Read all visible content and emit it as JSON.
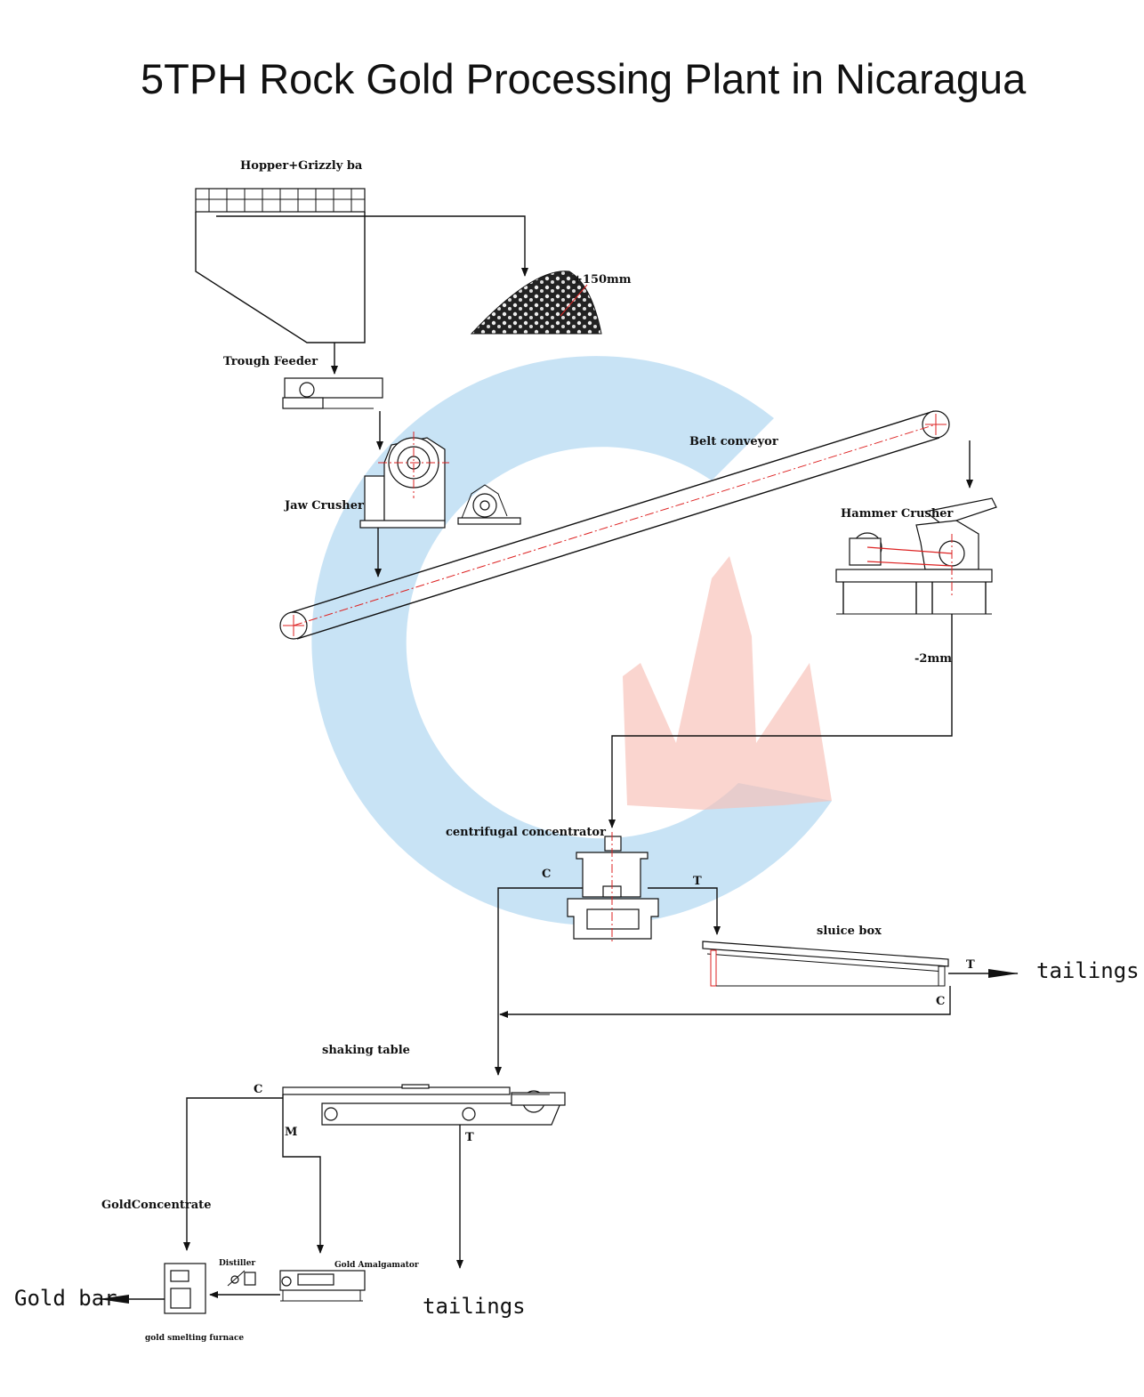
{
  "title": "5TPH Rock Gold Processing Plant in Nicaragua",
  "equipment": {
    "hopper": "Hopper+Grizzly ba",
    "oversize": "+150mm",
    "trough_feeder": "Trough Feeder",
    "jaw_crusher": "Jaw Crusher",
    "belt_conveyor": "Belt conveyor",
    "hammer_crusher": "Hammer Crusher",
    "product_size": "-2mm",
    "centrifugal": "centrifugal concentrator",
    "sluice_box": "sluice box",
    "shaking_table": "shaking table",
    "gold_concentrate": "GoldConcentrate",
    "distiller": "Distiller",
    "amalgamator": "Gold Amalgamator",
    "furnace": "gold smelting furnace"
  },
  "outputs": {
    "tailings_1": "tailings",
    "tailings_2": "tailings",
    "gold_bar": "Gold bar"
  },
  "stream_marks": {
    "centrifugal_c": "C",
    "centrifugal_t": "T",
    "sluice_t": "T",
    "sluice_c": "C",
    "table_c": "C",
    "table_m": "M",
    "table_t": "T"
  },
  "colors": {
    "watermark_blue": "#4aa3df",
    "watermark_red": "#f08a7a",
    "centerline_red": "#dd2222"
  }
}
